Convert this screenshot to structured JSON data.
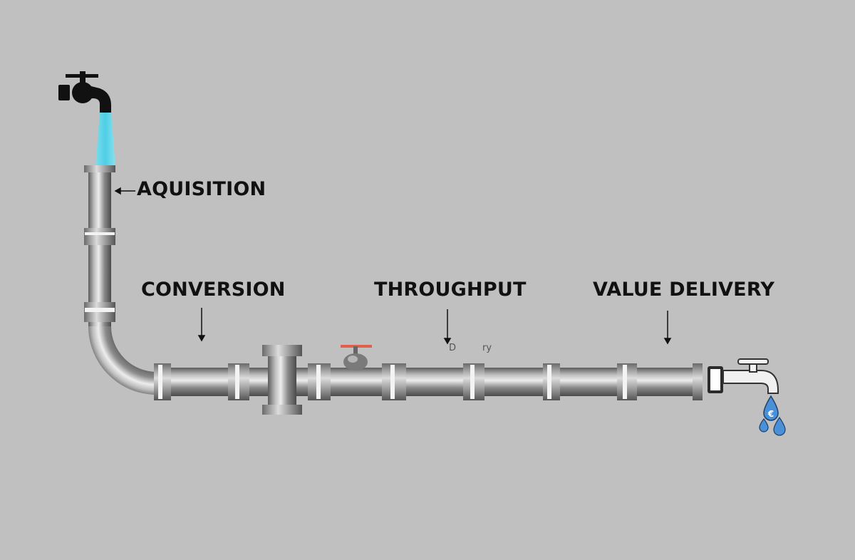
{
  "stages": {
    "acquisition": "AQUISITION",
    "conversion": "CONVERSION",
    "throughput": "THROUGHPUT",
    "value_delivery": "VALUE DELIVERY"
  },
  "partial_text": {
    "left": "D",
    "right": "ry"
  },
  "colors": {
    "background": "#c0c0c0",
    "water": "#5fd3e6",
    "valve_handle": "#e0604a",
    "drop": "#4a90d9"
  },
  "icons": {
    "source": "faucet-icon",
    "outlet": "faucet-icon",
    "drops": "water-drop-icon",
    "currency": "euro-icon"
  }
}
